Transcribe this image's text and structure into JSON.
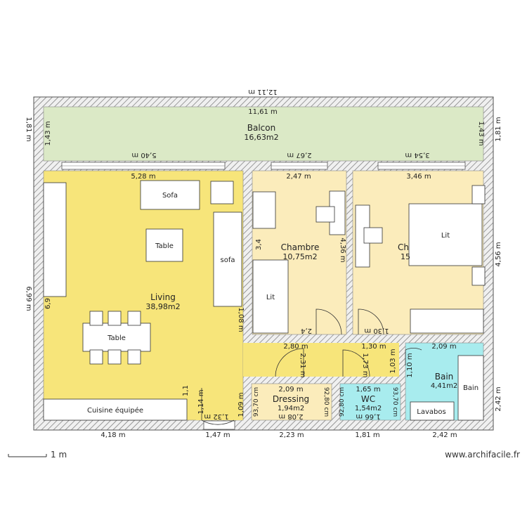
{
  "site": "www.archifacile.fr",
  "scale_label": "1 m",
  "dimensions": {
    "top_outer": "12,11 m",
    "left_outer": "1,81 m",
    "right_outer": "1,81 m",
    "left_living": "6,99 m",
    "right_bedroom": "4,56 m",
    "right_bath": "2,42 m",
    "bottom_kitchen": "4,18 m",
    "bottom_entry": "1,47 m",
    "bottom_dressing": "2,23 m",
    "bottom_wc": "1,81 m",
    "bottom_bath": "2,42 m"
  },
  "rooms": {
    "balcon": {
      "name": "Balcon",
      "area": "16,63m2",
      "width": "11,61 m",
      "h_left": "1,43 m",
      "h_right": "1,43 m",
      "seg1": "5,40 m",
      "seg2": "2,67 m",
      "seg3": "3,54 m"
    },
    "living": {
      "name": "Living",
      "area": "38,98m2",
      "width": "5,28 m",
      "side": "6,9",
      "side2": "1,08 m",
      "side3": "1,1",
      "side4": "1,14 m",
      "door": "1,32 m"
    },
    "chambre1": {
      "name": "Chambre",
      "area": "10,75m2",
      "width": "2,47 m",
      "side": "4,36 m",
      "side2": "3,4",
      "inner": "2,4",
      "bottom": "2,80 m"
    },
    "chambre2": {
      "name": "Ch",
      "area": "15",
      "width": "3,46 m",
      "inner": "1,30 m",
      "bottom": "1,30 m"
    },
    "dressing": {
      "name": "Dressing",
      "area": "1,94m2",
      "width": "2,09 m",
      "bottom": "2,08 m",
      "left": "93,70 cm",
      "right": "92,80 cm",
      "door": "2,31 m",
      "hall": "1,09 m"
    },
    "wc": {
      "name": "WC",
      "area": "1,54m2",
      "width": "1,65 m",
      "bottom": "1,66 m",
      "left": "92,80 cm",
      "right": "93,70 cm",
      "door": "1,73 m",
      "side": "1,03 m"
    },
    "bain": {
      "name": "Bain",
      "area": "4,41m2",
      "width": "2,09 m",
      "side": "1,10 m"
    }
  },
  "furniture": {
    "sofa1": "Sofa",
    "sofa2": "sofa",
    "table1": "Table",
    "table2": "Table",
    "lit1": "Lit",
    "lit2": "Lit",
    "kitchen": "Cuisine équipée",
    "lavabos": "Lavabos",
    "bain": "Bain"
  },
  "colors": {
    "wall": "#e8e8e8",
    "balcon": "#dbe9c6",
    "living": "#f7e57a",
    "chambre": "#fbecbb",
    "dressing": "#fbecbb",
    "wc": "#a8ecee",
    "bain": "#a8ecee",
    "hall": "#f7e57a"
  }
}
